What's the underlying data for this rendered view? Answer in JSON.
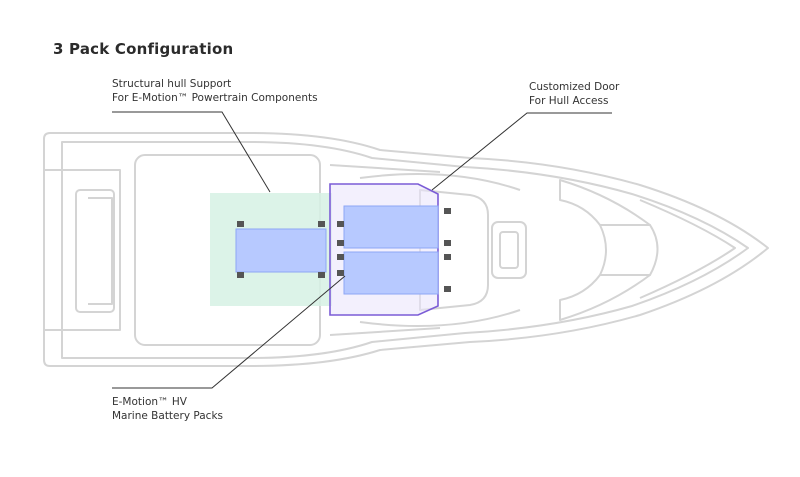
{
  "title": "3 Pack Configuration",
  "callouts": {
    "structural": {
      "line1": "Structural hull Support",
      "line2": "For E-Motion™ Powertrain Components"
    },
    "door": {
      "line1": "Customized Door",
      "line2": "For Hull Access"
    },
    "battery": {
      "line1": "E-Motion™ HV",
      "line2": "Marine Battery Packs"
    }
  },
  "colors": {
    "hull_outline": "#d4d4d4",
    "support_zone": "#d6f1e4",
    "battery_fill": "#b7c9ff",
    "battery_stroke": "#8ea6f5",
    "door_outline": "#7b5cd6",
    "leader_line": "#333333",
    "mount_bracket": "#555555"
  }
}
